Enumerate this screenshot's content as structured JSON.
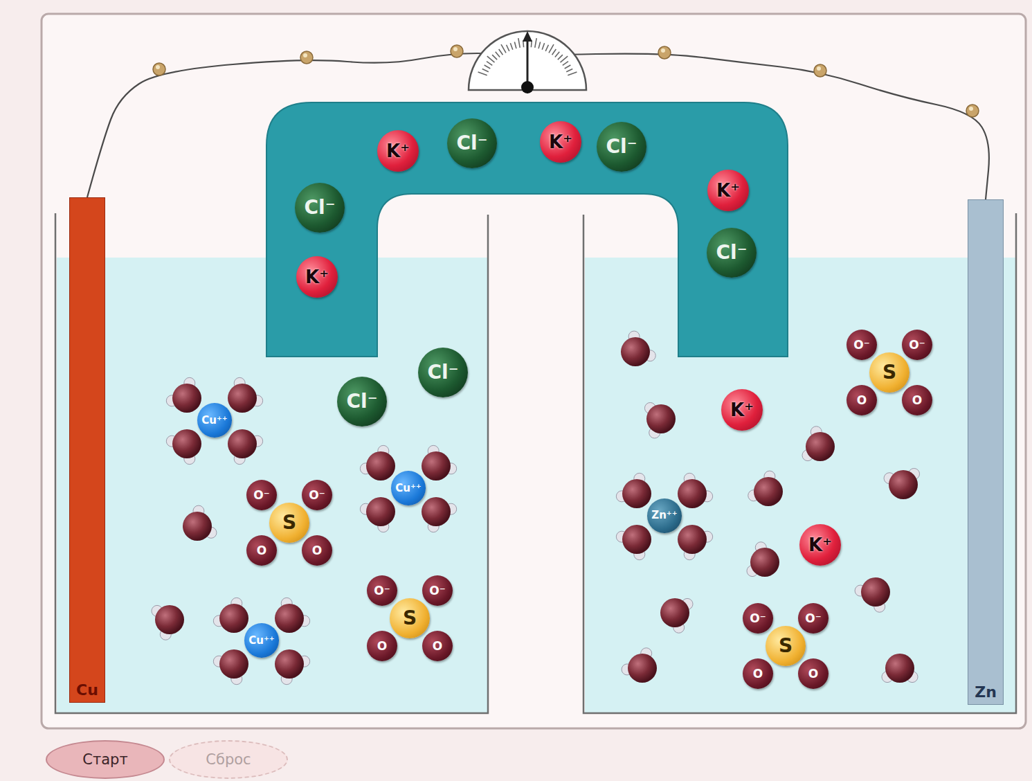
{
  "diagram": {
    "nodes": [
      {
        "text": [
          "K⁺"
        ]
      },
      {
        "text": [
          "Cl⁻"
        ]
      },
      {
        "text": [
          "K⁺"
        ]
      },
      {
        "text": [
          "Cl⁻"
        ]
      },
      {
        "text": [
          "Cl⁻"
        ]
      },
      {
        "text": [
          "K⁺"
        ]
      },
      {
        "text": [
          "Cl⁻"
        ]
      },
      {
        "text": [
          "K⁺"
        ]
      },
      {
        "text": [
          "Cu"
        ]
      },
      {
        "text": [
          "Cu⁺⁺"
        ]
      },
      {
        "text": [
          "Cl⁻"
        ]
      },
      {
        "text": [
          "Cl⁻"
        ]
      },
      {
        "text": [
          "Cu⁺⁺"
        ]
      },
      {
        "text": [
          "S"
        ]
      },
      {
        "text": [
          "O⁻"
        ]
      },
      {
        "text": [
          "O⁻"
        ]
      },
      {
        "text": [
          "O"
        ]
      },
      {
        "text": [
          "O"
        ]
      },
      {
        "text": [
          "Cu⁺⁺"
        ]
      },
      {
        "text": [
          "S"
        ]
      },
      {
        "text": [
          "O⁻"
        ]
      },
      {
        "text": [
          "O⁻"
        ]
      },
      {
        "text": [
          "O"
        ]
      },
      {
        "text": [
          "O"
        ]
      },
      {
        "text": [
          "K⁺"
        ]
      },
      {
        "text": [
          "S"
        ]
      },
      {
        "text": [
          "O⁻"
        ]
      },
      {
        "text": [
          "O⁻"
        ]
      },
      {
        "text": [
          "O"
        ]
      },
      {
        "text": [
          "O"
        ]
      },
      {
        "text": [
          "Zn⁺⁺"
        ]
      },
      {
        "text": [
          "K⁺"
        ]
      },
      {
        "text": [
          "S"
        ]
      },
      {
        "text": [
          "O⁻"
        ]
      },
      {
        "text": [
          "O⁻"
        ]
      },
      {
        "text": [
          "O"
        ]
      },
      {
        "text": [
          "O"
        ]
      },
      {
        "text": [
          "Zn"
        ]
      },
      {
        "text": [
          "Старт"
        ]
      },
      {
        "text": [
          "Сброс"
        ]
      }
    ],
    "edges": [
      {
        "from": 8,
        "to": 37,
        "arrow": "none"
      }
    ]
  }
}
